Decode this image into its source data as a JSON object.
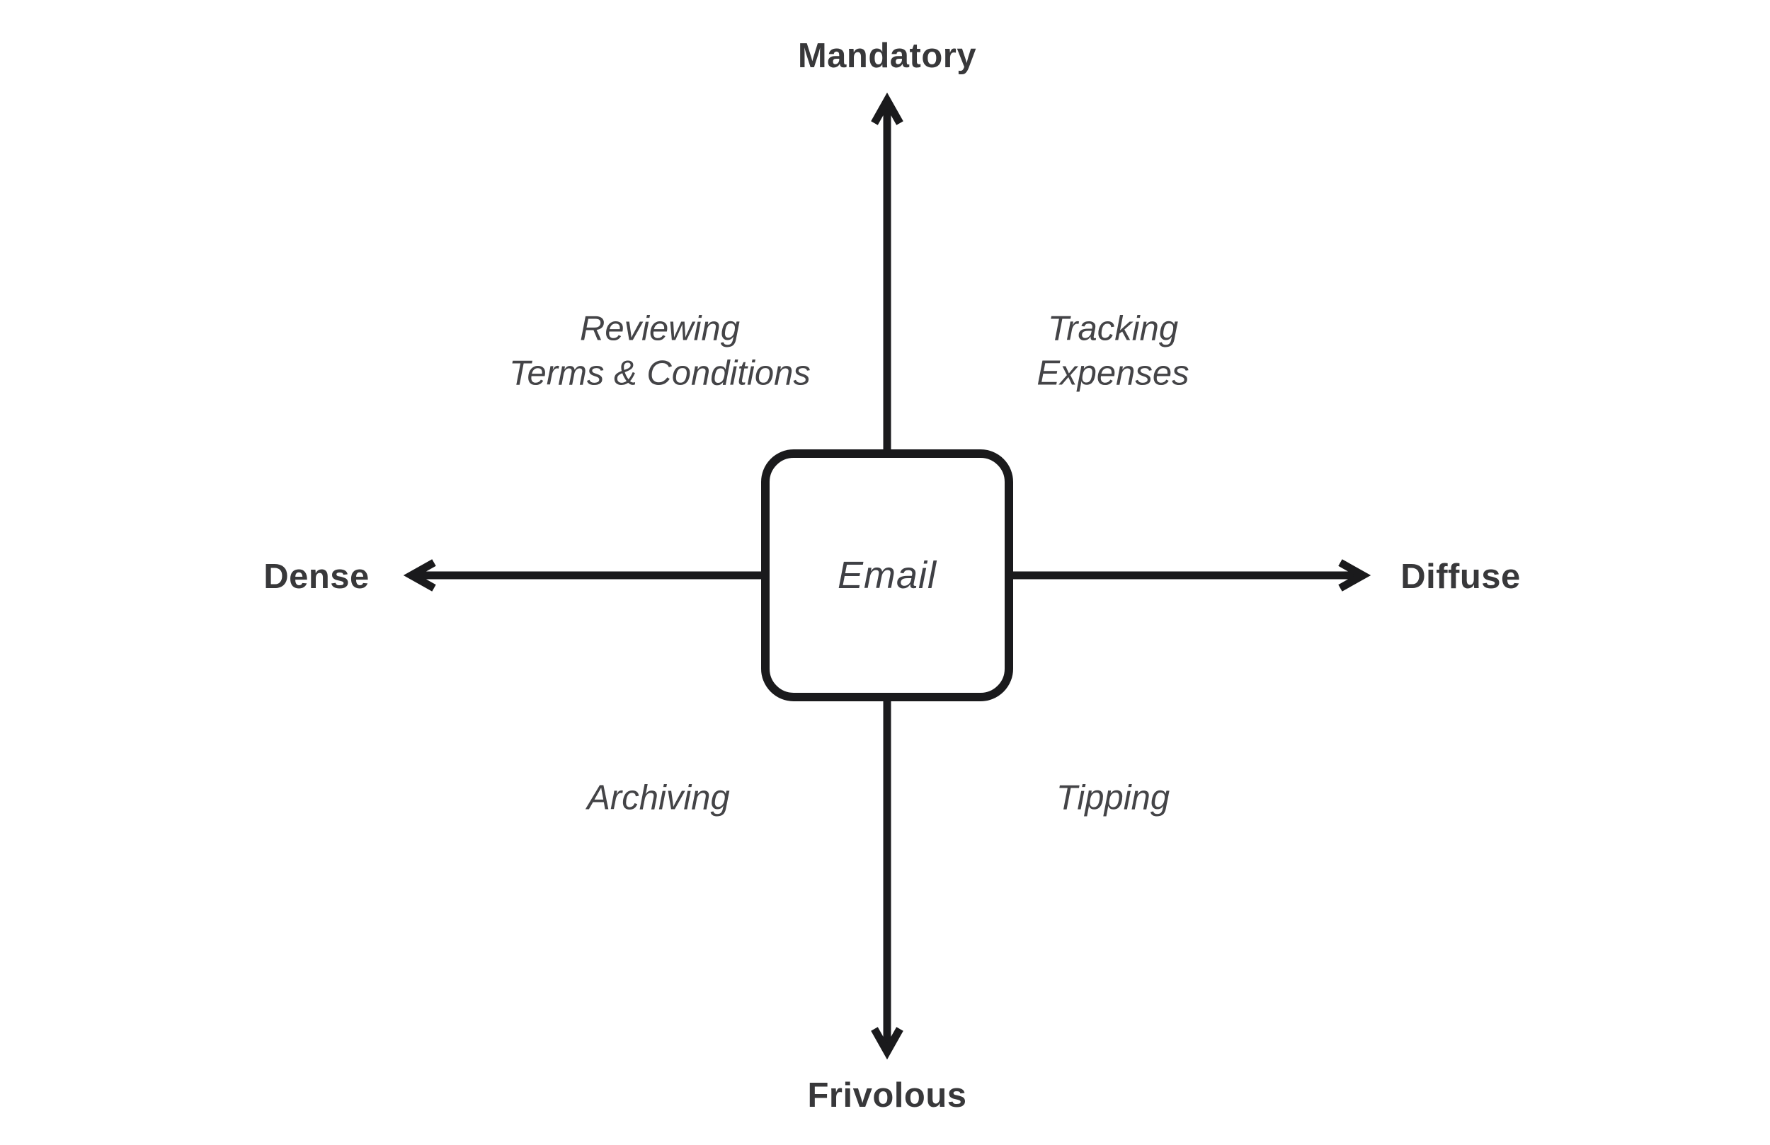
{
  "theme": {
    "background": "#ffffff",
    "line_color": "#1a1a1c",
    "axis_label_color": "#38383a",
    "quad_label_color": "#444447",
    "node_fill": "#ffffff",
    "node_text_color": "#3f4045"
  },
  "diagram": {
    "node": {
      "label": "Email"
    },
    "axis_ends": {
      "top": "Mandatory",
      "bottom": "Frivolous",
      "left": "Dense",
      "right": "Diffuse"
    },
    "quadrants": {
      "top_left": "Reviewing\nTerms & Conditions",
      "top_right": "Tracking\nExpenses",
      "bottom_left": "Archiving",
      "bottom_right": "Tipping"
    }
  }
}
